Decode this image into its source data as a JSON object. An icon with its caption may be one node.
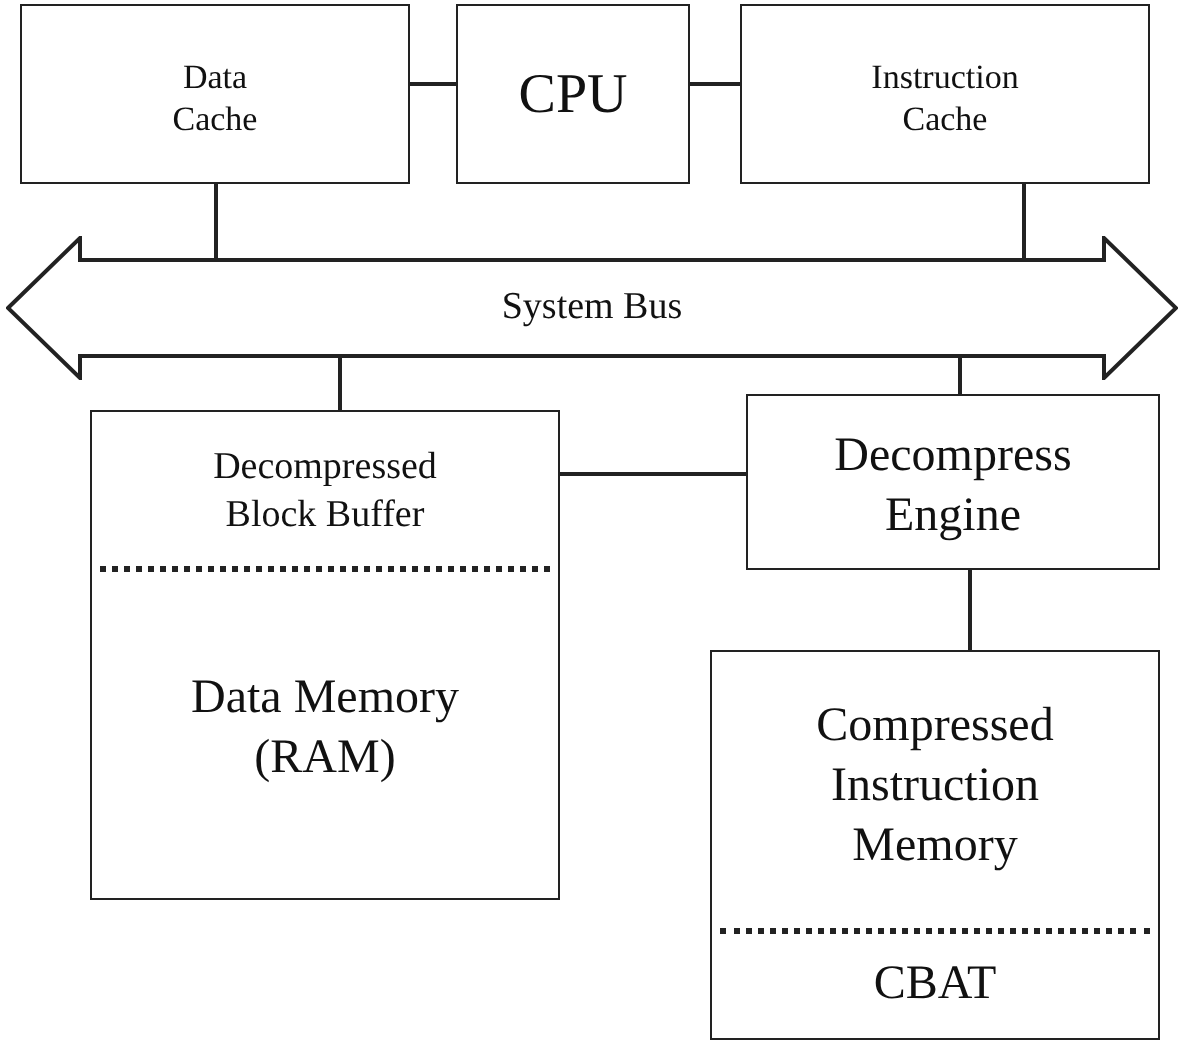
{
  "diagram": {
    "nodes": [
      {
        "text": [
          "Data Cache"
        ]
      },
      {
        "text": [
          "CPU"
        ]
      },
      {
        "text": [
          "Instruction Cache"
        ]
      },
      {
        "text": [
          "System Bus"
        ]
      },
      {
        "text": [
          "Decompressed Block Buffer",
          "Data Memory (RAM)"
        ]
      },
      {
        "text": [
          "Decompress Engine"
        ]
      },
      {
        "text": [
          "Compressed Instruction Memory",
          "CBAT"
        ]
      }
    ],
    "edges": [
      {
        "from": 0,
        "to": 1,
        "arrow": "none"
      },
      {
        "from": 1,
        "to": 2,
        "arrow": "none"
      },
      {
        "from": 0,
        "to": 3,
        "arrow": "none"
      },
      {
        "from": 2,
        "to": 3,
        "arrow": "none"
      },
      {
        "from": 3,
        "to": 4,
        "arrow": "none"
      },
      {
        "from": 3,
        "to": 5,
        "arrow": "none"
      },
      {
        "from": 4,
        "to": 5,
        "arrow": "none"
      },
      {
        "from": 5,
        "to": 6,
        "arrow": "none"
      }
    ]
  }
}
